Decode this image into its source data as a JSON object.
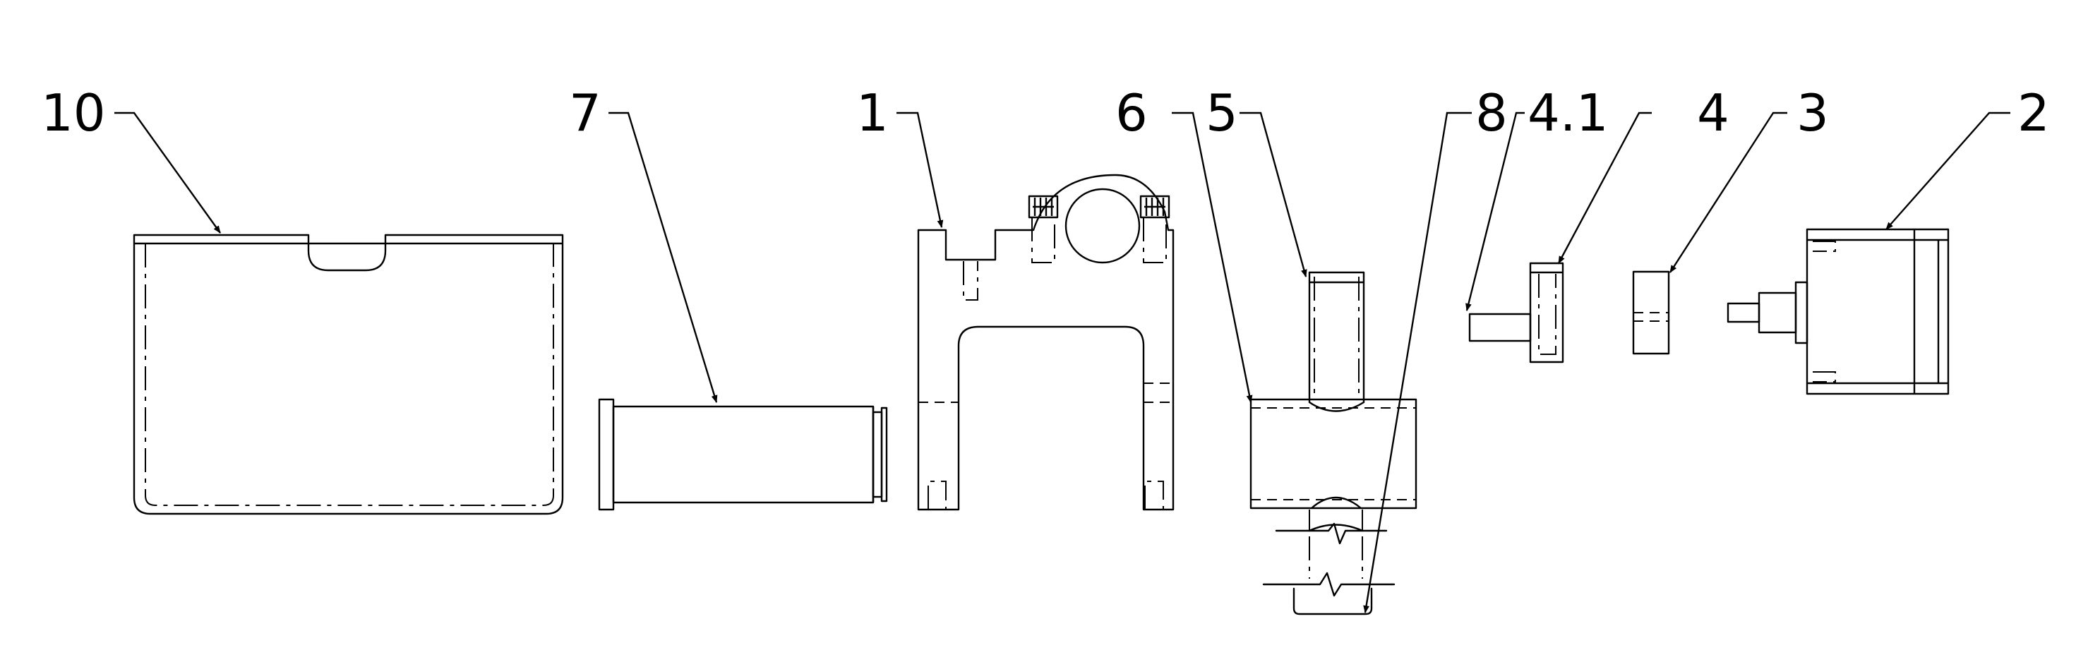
{
  "labels": {
    "part_10": "10",
    "part_7": "7",
    "part_1": "1",
    "part_6": "6",
    "part_5": "5",
    "part_8": "8",
    "part_4_1": "4.1",
    "part_4": "4",
    "part_3": "3",
    "part_2": "2"
  }
}
